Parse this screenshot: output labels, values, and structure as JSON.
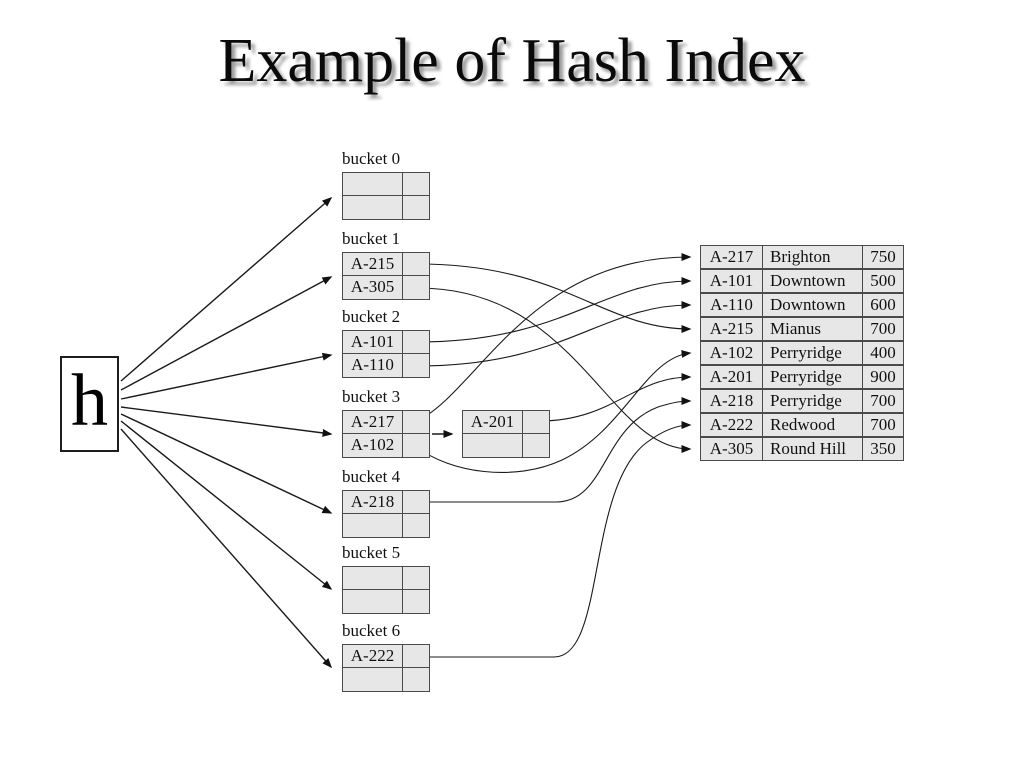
{
  "slide": {
    "title": "Example of Hash Index"
  },
  "hash_function": {
    "label": "h"
  },
  "buckets": [
    {
      "name": "bucket 0",
      "rows": [
        "",
        ""
      ]
    },
    {
      "name": "bucket 1",
      "rows": [
        "A-215",
        "A-305"
      ]
    },
    {
      "name": "bucket 2",
      "rows": [
        "A-101",
        "A-110"
      ]
    },
    {
      "name": "bucket 3",
      "rows": [
        "A-217",
        "A-102"
      ]
    },
    {
      "name": "bucket 4",
      "rows": [
        "A-218",
        ""
      ]
    },
    {
      "name": "bucket 5",
      "rows": [
        "",
        ""
      ]
    },
    {
      "name": "bucket 6",
      "rows": [
        "A-222",
        ""
      ]
    }
  ],
  "overflow_bucket": {
    "attached_to": "bucket 3",
    "rows": [
      "A-201",
      ""
    ]
  },
  "records": [
    {
      "account": "A-217",
      "branch": "Brighton",
      "amount": "750"
    },
    {
      "account": "A-101",
      "branch": "Downtown",
      "amount": "500"
    },
    {
      "account": "A-110",
      "branch": "Downtown",
      "amount": "600"
    },
    {
      "account": "A-215",
      "branch": "Mianus",
      "amount": "700"
    },
    {
      "account": "A-102",
      "branch": "Perryridge",
      "amount": "400"
    },
    {
      "account": "A-201",
      "branch": "Perryridge",
      "amount": "900"
    },
    {
      "account": "A-218",
      "branch": "Perryridge",
      "amount": "700"
    },
    {
      "account": "A-222",
      "branch": "Redwood",
      "amount": "700"
    },
    {
      "account": "A-305",
      "branch": "Round Hill",
      "amount": "350"
    }
  ],
  "links": {
    "hash_to_buckets": [
      "bucket 0",
      "bucket 1",
      "bucket 2",
      "bucket 3",
      "bucket 4",
      "bucket 5",
      "bucket 6"
    ],
    "bucket3_to_overflow": "A-201 overflow bucket",
    "entry_to_record": [
      "A-217",
      "A-101",
      "A-110",
      "A-215",
      "A-102",
      "A-201",
      "A-218",
      "A-222",
      "A-305"
    ]
  },
  "colors": {
    "cell_fill": "#e7e7e7",
    "border": "#4a4a4a",
    "line": "#1a1a1a"
  }
}
